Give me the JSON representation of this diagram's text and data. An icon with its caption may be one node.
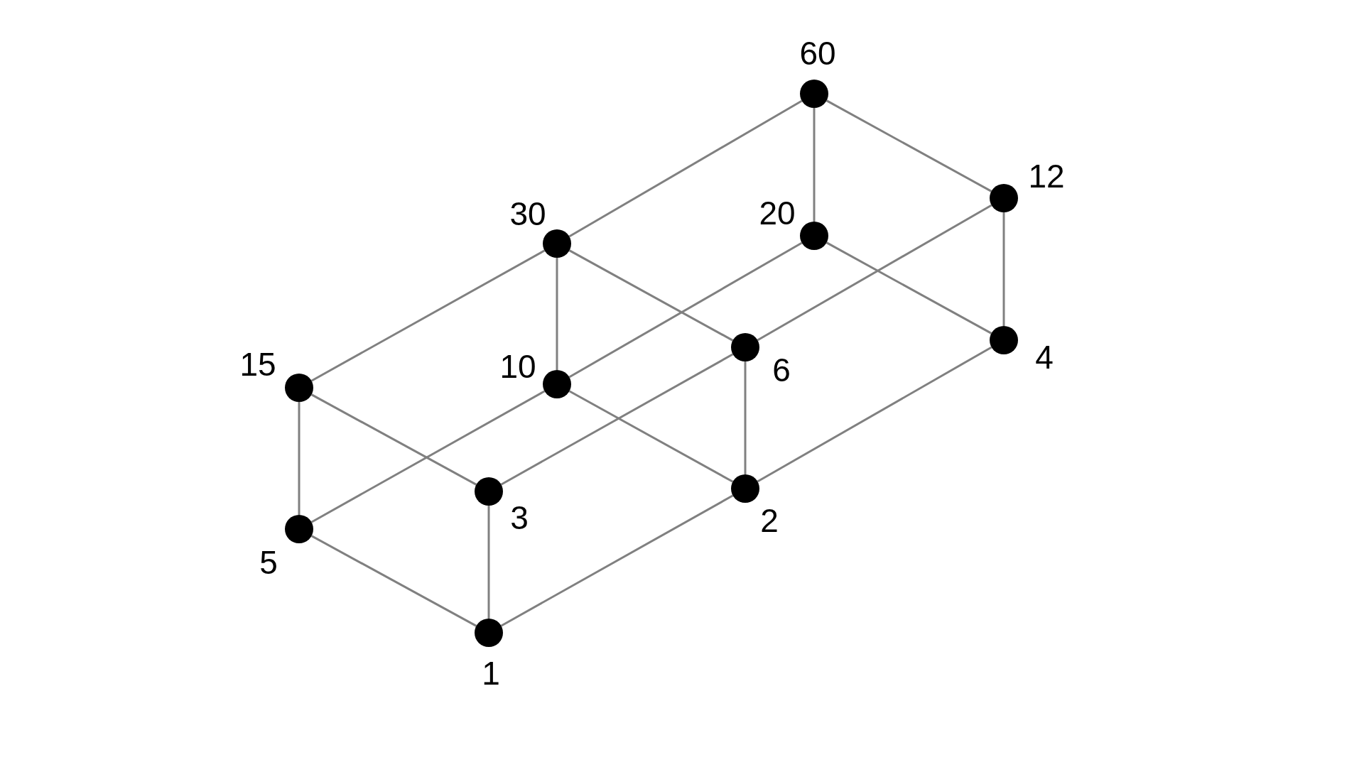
{
  "diagram": {
    "nodes": [
      {
        "text": [],
        "shape": "circle",
        "beside": [
          "60"
        ]
      },
      {
        "text": [],
        "shape": "circle",
        "beside": [
          "12"
        ]
      },
      {
        "text": [],
        "shape": "circle",
        "beside": [
          "20"
        ]
      },
      {
        "text": [],
        "shape": "circle",
        "beside": [
          "30"
        ]
      },
      {
        "text": [],
        "shape": "circle",
        "beside": [
          "4"
        ]
      },
      {
        "text": [],
        "shape": "circle",
        "beside": [
          "6"
        ]
      },
      {
        "text": [],
        "shape": "circle",
        "beside": [
          "10"
        ]
      },
      {
        "text": [],
        "shape": "circle",
        "beside": [
          "15"
        ]
      },
      {
        "text": [],
        "shape": "circle",
        "beside": [
          "2"
        ]
      },
      {
        "text": [],
        "shape": "circle",
        "beside": [
          "3"
        ]
      },
      {
        "text": [],
        "shape": "circle",
        "beside": [
          "5"
        ]
      },
      {
        "text": [],
        "shape": "circle",
        "beside": [
          "1"
        ]
      }
    ],
    "edges": [
      {
        "from": 11,
        "to": 10,
        "arrow": "none"
      },
      {
        "from": 11,
        "to": 9,
        "arrow": "none"
      },
      {
        "from": 11,
        "to": 8,
        "arrow": "none"
      },
      {
        "from": 10,
        "to": 7,
        "arrow": "none"
      },
      {
        "from": 10,
        "to": 6,
        "arrow": "none"
      },
      {
        "from": 9,
        "to": 7,
        "arrow": "none"
      },
      {
        "from": 9,
        "to": 5,
        "arrow": "none"
      },
      {
        "from": 8,
        "to": 6,
        "arrow": "none"
      },
      {
        "from": 8,
        "to": 5,
        "arrow": "none"
      },
      {
        "from": 8,
        "to": 4,
        "arrow": "none"
      },
      {
        "from": 7,
        "to": 3,
        "arrow": "none"
      },
      {
        "from": 6,
        "to": 3,
        "arrow": "none"
      },
      {
        "from": 6,
        "to": 2,
        "arrow": "none"
      },
      {
        "from": 5,
        "to": 3,
        "arrow": "none"
      },
      {
        "from": 5,
        "to": 1,
        "arrow": "none"
      },
      {
        "from": 4,
        "to": 2,
        "arrow": "none"
      },
      {
        "from": 4,
        "to": 1,
        "arrow": "none"
      },
      {
        "from": 3,
        "to": 0,
        "arrow": "none"
      },
      {
        "from": 2,
        "to": 0,
        "arrow": "none"
      },
      {
        "from": 1,
        "to": 0,
        "arrow": "none"
      }
    ]
  }
}
